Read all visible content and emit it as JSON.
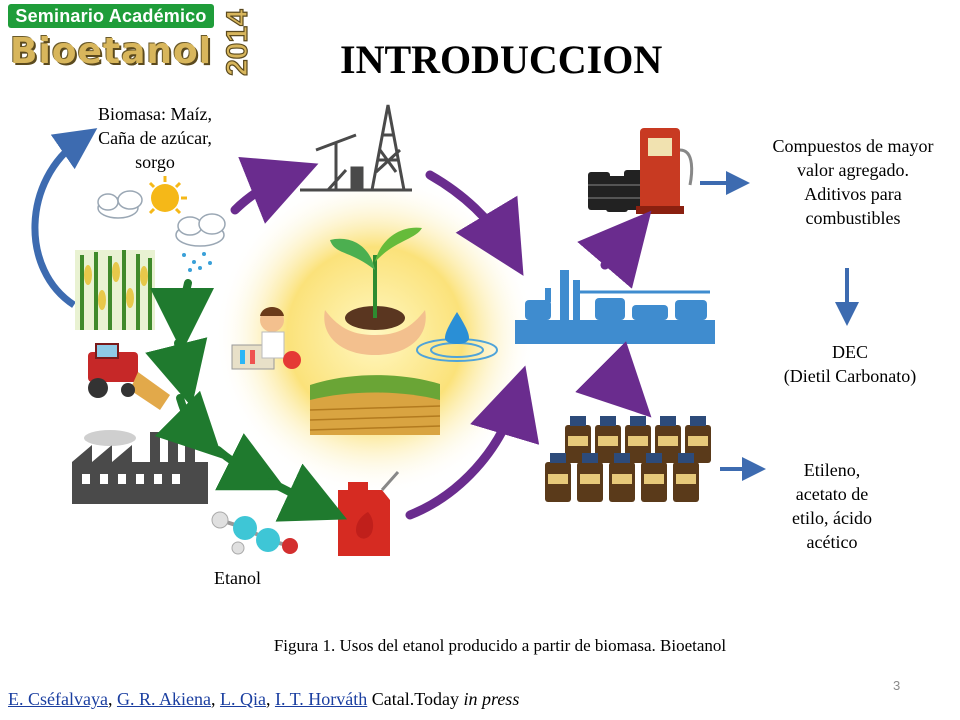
{
  "logo": {
    "banner": "Seminario Académico",
    "word": "Bioetanol",
    "year": "2014"
  },
  "title": "INTRODUCCION",
  "labels": {
    "biomass": [
      "Biomasa: Maíz,",
      "Caña de azúcar,",
      "sorgo"
    ],
    "ethanol": "Etanol",
    "compounds": [
      "Compuestos de mayor",
      "valor  agregado.",
      "Aditivos para",
      "combustibles"
    ],
    "dec": [
      "DEC",
      "(Dietil Carbonato)"
    ],
    "ethylene": [
      "Etileno,",
      "acetato de",
      "etilo, ácido",
      "acético"
    ]
  },
  "caption": "Figura 1. Usos del etanol producido a partir de biomasa. Bioetanol",
  "page_number": "3",
  "references": {
    "authors": [
      "E. Cséfalvaya",
      "G. R. Akiena",
      "L. Qia",
      "I. T. Horváth"
    ],
    "journal": "Catal.Today",
    "status": "in press"
  },
  "colors": {
    "logo_green": "#1f9d3a",
    "logo_gold": "#d8b65c",
    "cycle_purple": "#6a2c8e",
    "process_green": "#1f7a2e",
    "link_blue": "#1a3ea0",
    "arrow_blue": "#3d6bb0"
  },
  "icons": [
    "cloud-sun-icon",
    "cloud-rain-icon",
    "corn-field-icon",
    "harvester-icon",
    "factory-icon",
    "molecule-icon",
    "fuel-can-icon",
    "refinery-icon",
    "fuel-pump-icon",
    "barrels-icon",
    "chemical-bottles-icon",
    "oil-rig-icon",
    "sprout-hands-icon",
    "scientist-icon",
    "water-drop-icon",
    "farmland-icon"
  ]
}
